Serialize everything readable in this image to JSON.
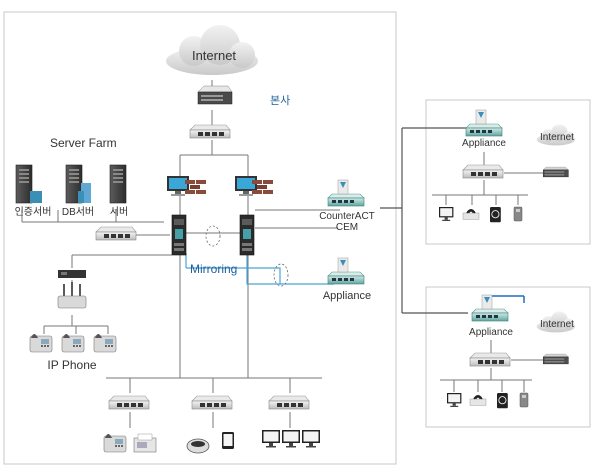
{
  "hq": {
    "internet_label": "Internet",
    "hq_label": "본사",
    "server_farm_label": "Server Farm",
    "servers": [
      "인증서버",
      "DB서버",
      "서버"
    ],
    "mirroring_label": "Mirroring",
    "counteract_label_1": "CounterACT",
    "counteract_label_2": "CEM",
    "appliance_label": "Appliance",
    "ip_phone_label": "IP Phone"
  },
  "branch_1": {
    "appliance_label": "Appliance",
    "internet_label": "Internet"
  },
  "branch_2": {
    "appliance_label": "Appliance",
    "internet_label": "Internet"
  },
  "colors": {
    "hq_label": "#1f5f9a",
    "mirroring": "#1f5f9a",
    "mirroring_line": "#4aa3d8",
    "branch2_marker": "#1f6fbf"
  }
}
